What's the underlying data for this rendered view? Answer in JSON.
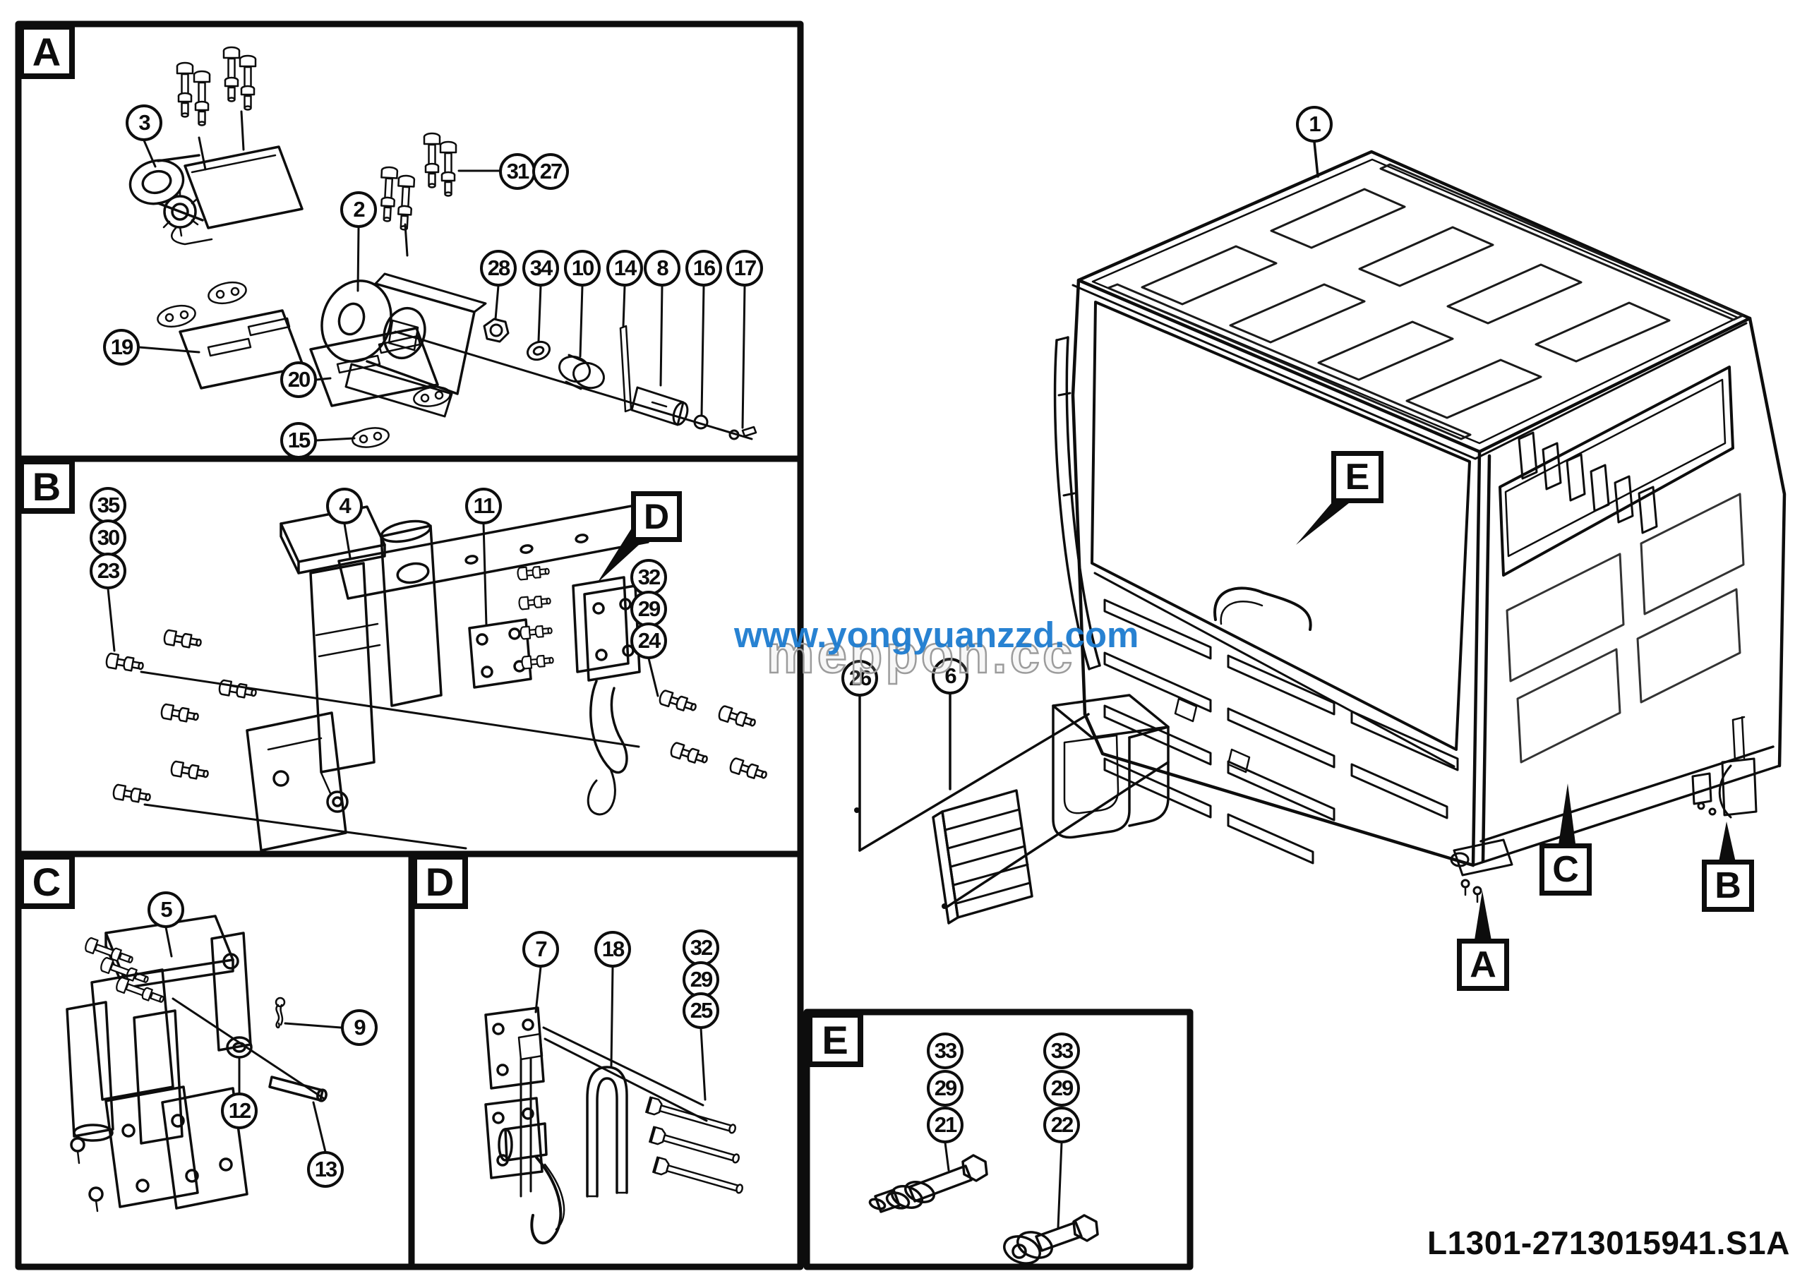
{
  "doc": {
    "drawing_number": "L1301-2713015941.S1A",
    "watermark_primary": "www.yongyuanzzd.com",
    "watermark_secondary": "meppon.cc"
  },
  "sections": {
    "a": "A",
    "b": "B",
    "c": "C",
    "d": "D",
    "e": "E"
  },
  "callouts": {
    "panel_a": [
      "3",
      "19",
      "2",
      "31",
      "27",
      "28",
      "34",
      "10",
      "14",
      "8",
      "16",
      "17",
      "20",
      "15"
    ],
    "panel_b": [
      "35",
      "30",
      "23",
      "4",
      "11",
      "32",
      "29",
      "24"
    ],
    "panel_c": [
      "5",
      "9",
      "12",
      "13"
    ],
    "panel_d": [
      "7",
      "18",
      "32",
      "29",
      "25"
    ],
    "panel_e": [
      "33",
      "29",
      "21",
      "33",
      "29",
      "22"
    ],
    "truck": [
      "1",
      "26",
      "6"
    ]
  }
}
